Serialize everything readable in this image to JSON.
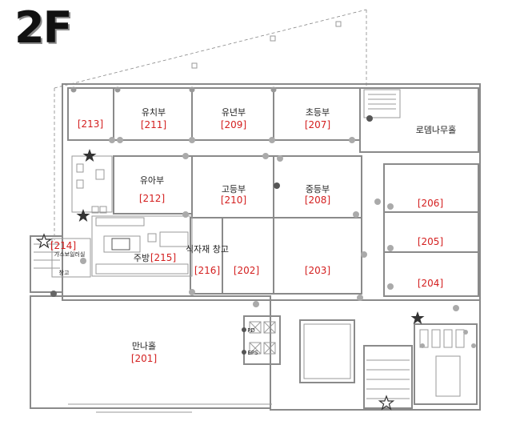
{
  "floor_label": "2F",
  "rooms": [
    {
      "key": "r213",
      "name": "",
      "number": "[213]"
    },
    {
      "key": "r211",
      "name": "유치부",
      "number": "[211]"
    },
    {
      "key": "r209",
      "name": "유년부",
      "number": "[209]"
    },
    {
      "key": "r207",
      "name": "초등부",
      "number": "[207]"
    },
    {
      "key": "romem",
      "name": "로뎀나무홀",
      "number": ""
    },
    {
      "key": "r212",
      "name": "유아부",
      "number": "[212]"
    },
    {
      "key": "r210",
      "name": "고등부",
      "number": "[210]"
    },
    {
      "key": "r208",
      "name": "중등부",
      "number": "[208]"
    },
    {
      "key": "r206",
      "name": "",
      "number": "[206]"
    },
    {
      "key": "r205",
      "name": "",
      "number": "[205]"
    },
    {
      "key": "r204",
      "name": "",
      "number": "[204]"
    },
    {
      "key": "r214",
      "name": "가스보일러실",
      "number": "[214]"
    },
    {
      "key": "r214b",
      "name": "창고",
      "number": ""
    },
    {
      "key": "r215",
      "name": "주방",
      "number": "[215]"
    },
    {
      "key": "r216",
      "name": "식자재 창고",
      "number": "[216]"
    },
    {
      "key": "r202",
      "name": "",
      "number": "[202]"
    },
    {
      "key": "r203",
      "name": "",
      "number": "[203]"
    },
    {
      "key": "r201",
      "name": "만나홀",
      "number": "[201]"
    },
    {
      "key": "pd",
      "name": "PD",
      "number": ""
    },
    {
      "key": "eps",
      "name": "EPS",
      "number": ""
    }
  ],
  "markers": {
    "star_filled": "filled-star",
    "star_outline": "outline-star",
    "star_color": "#333333",
    "room_number_color": "#d42020",
    "wall_color": "#8a8a8a"
  }
}
